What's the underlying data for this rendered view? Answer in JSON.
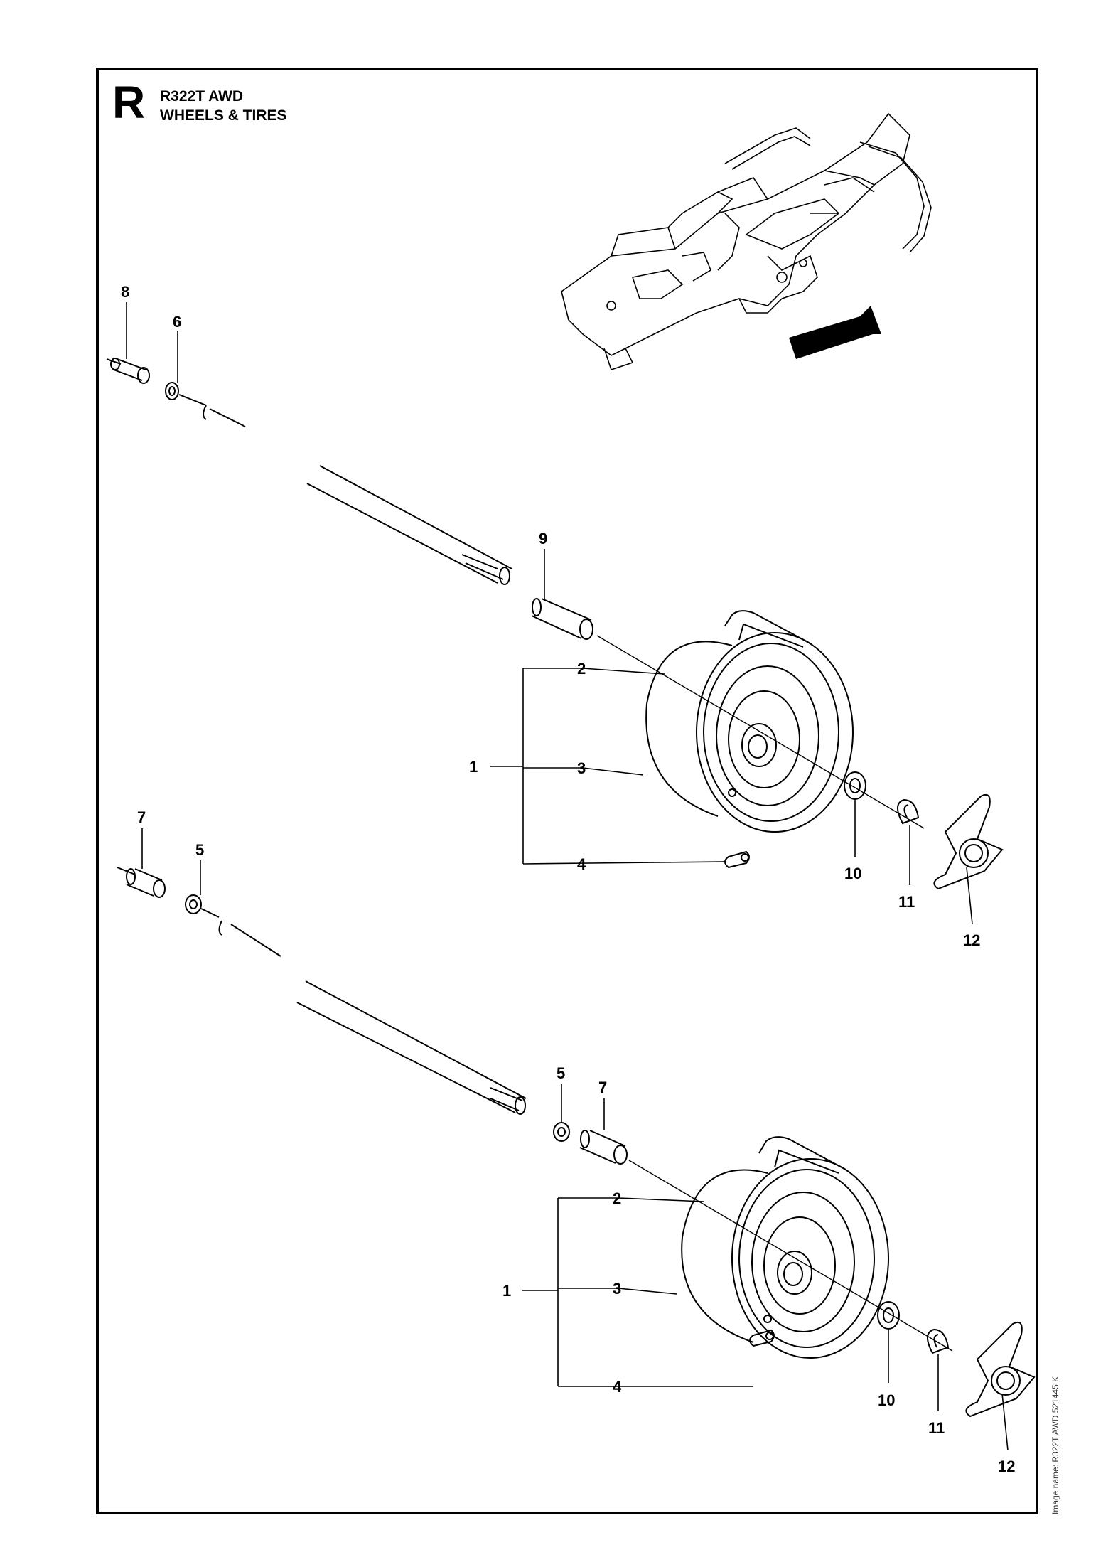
{
  "header": {
    "section": "R",
    "model": "R322T AWD",
    "subtitle": "WHEELS & TIRES"
  },
  "image_name": "Image name: R322T AWD 521445 K",
  "callouts": [
    "1",
    "2",
    "3",
    "4",
    "5",
    "6",
    "7",
    "8",
    "9",
    "10",
    "11",
    "12"
  ],
  "parts": [
    "complete-wheel",
    "rim",
    "tire",
    "valve",
    "washer",
    "washer",
    "bushing",
    "bushing",
    "bushing",
    "washer",
    "retaining-ring",
    "hub-cap"
  ]
}
